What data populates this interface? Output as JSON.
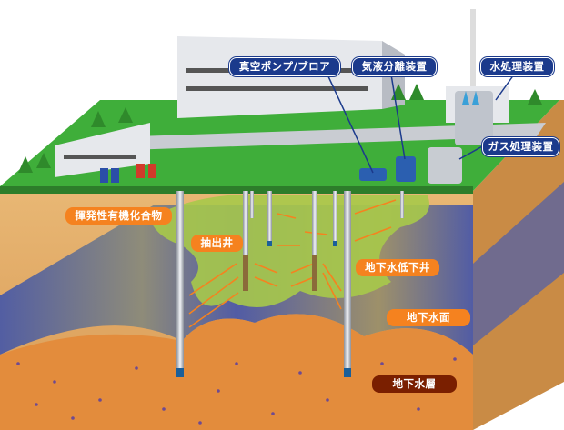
{
  "labels": {
    "vacuum_pump": "真空ポンプ/ブロア",
    "gas_liquid_separator": "気液分離装置",
    "water_treatment": "水処理装置",
    "gas_treatment": "ガス処理装置",
    "voc": "揮発性有機化合物",
    "extraction_well": "抽出井",
    "dewatering_well": "地下水低下井",
    "water_table": "地下水面",
    "aquifer": "地下水層"
  },
  "colors": {
    "equipment_label": "#1b3a8c",
    "zone_label": "#f5821f",
    "aquifer_label": "#7a1f00",
    "ground": "#3fae3a",
    "soil": "#e9b06a",
    "groundwater": "#4a5aa8",
    "contaminant": "#a7c94a"
  }
}
